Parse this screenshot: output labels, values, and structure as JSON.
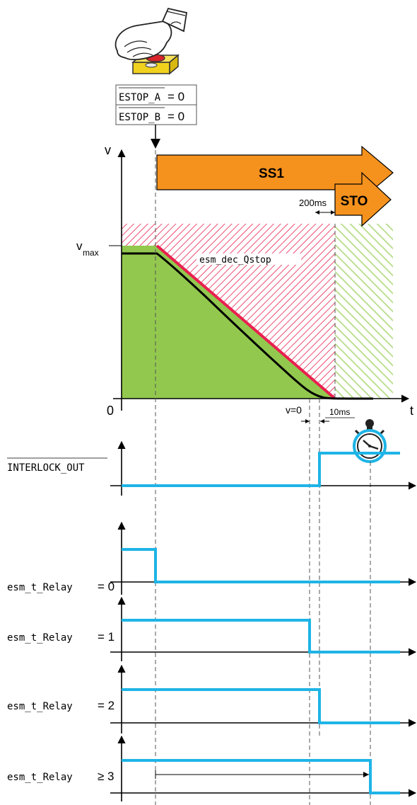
{
  "estop": {
    "line_a_name": "ESTOP_A",
    "line_a_eq": "= 0",
    "line_b_name": "ESTOP_B",
    "line_b_eq": "= 0"
  },
  "chart": {
    "y_axis_label": "v",
    "x_axis_label": "t",
    "origin_label": "0",
    "vmax_label": "v",
    "vmax_sub": "max",
    "ramp_label": "esm_dec_Qstop",
    "v0_label": "v=0",
    "delay_200_label": "200ms",
    "delay_10_label": "10ms"
  },
  "arrows": {
    "ss1_label": "SS1",
    "sto_label": "STO"
  },
  "signals": [
    {
      "label": "INTERLOCK_OUT",
      "eq": ""
    },
    {
      "label": "esm_t_Relay",
      "eq": "= 0"
    },
    {
      "label": "esm_t_Relay",
      "eq": "= 1"
    },
    {
      "label": "esm_t_Relay",
      "eq": "= 2"
    },
    {
      "label": "esm_t_Relay",
      "eq": "≥ 3"
    }
  ],
  "colors": {
    "orange": "#f5921e",
    "green": "#92c84e",
    "red": "#e8204f",
    "blue": "#1eb4e6",
    "black": "#000000"
  },
  "icons": [
    "hand-pressing-button-icon",
    "stopwatch-icon"
  ]
}
